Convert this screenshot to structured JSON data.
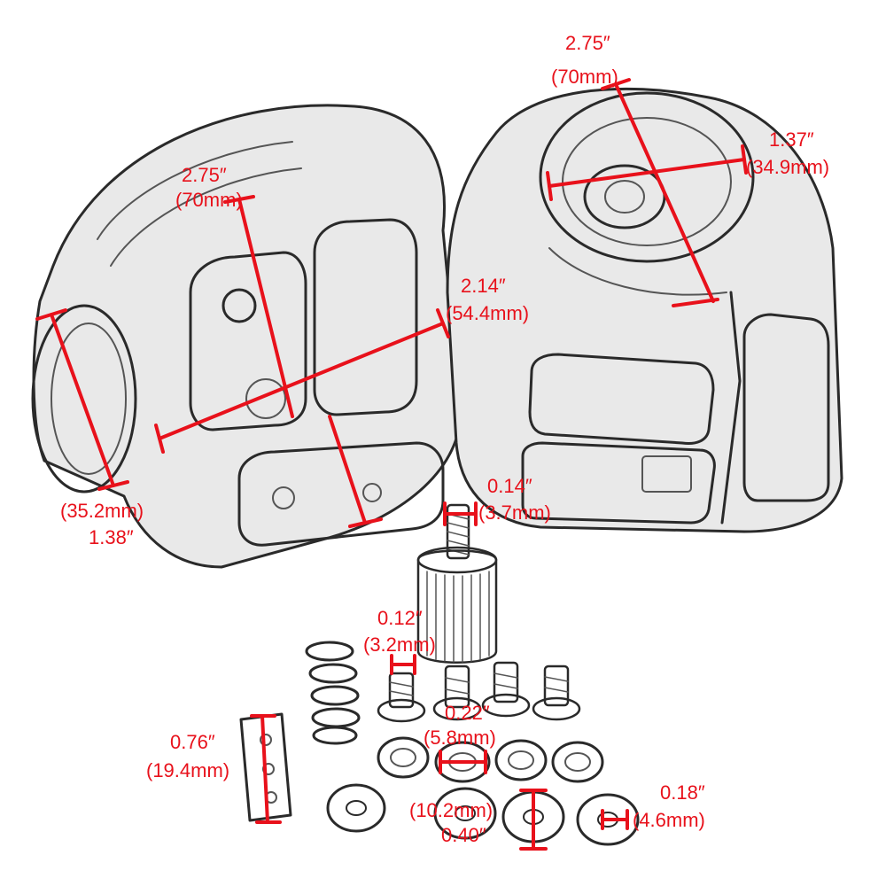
{
  "dimensions": {
    "left_housing_width": {
      "inch": "2.75″",
      "mm": "(70mm)"
    },
    "right_housing_width": {
      "inch": "2.75″",
      "mm": "(70mm)"
    },
    "right_housing_depth": {
      "inch": "1.37″",
      "mm": "(34.9mm)"
    },
    "housing_height": {
      "inch": "2.14″",
      "mm": "(54.4mm)"
    },
    "left_bore": {
      "mm": "(35.2mm)",
      "inch": "1.38″"
    },
    "thumbscrew_thread": {
      "inch": "0.14″",
      "mm": "(3.7mm)"
    },
    "screw_thread": {
      "inch": "0.12″",
      "mm": "(3.2mm)"
    },
    "lock_washer": {
      "inch": "0.22″",
      "mm": "(5.8mm)"
    },
    "spacer_plate": {
      "inch": "0.76″",
      "mm": "(19.4mm)"
    },
    "flat_washer": {
      "mm": "(10.2mm)",
      "inch": "0.40″"
    },
    "washer_hole": {
      "inch": "0.18″",
      "mm": "(4.6mm)"
    }
  },
  "colors": {
    "dimension": "#e8111b",
    "ink": "#2a2a2a"
  }
}
